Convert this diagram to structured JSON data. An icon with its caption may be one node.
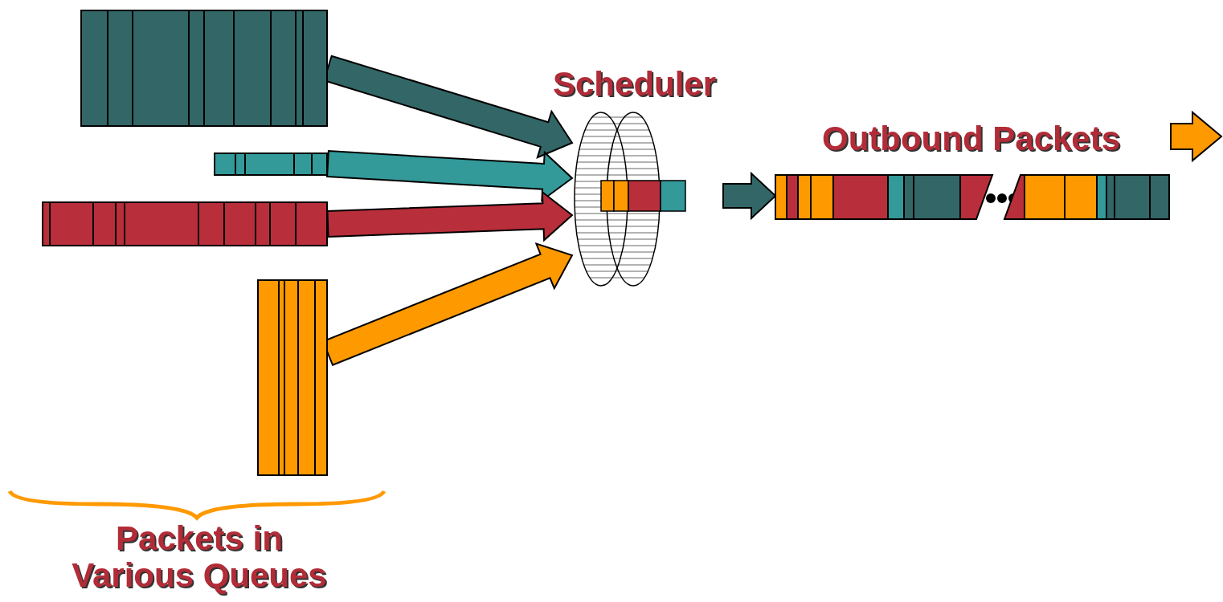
{
  "diagram": {
    "nodes": [
      {
        "text": [],
        "shape": "bar"
      },
      {
        "text": [],
        "shape": "bar"
      },
      {
        "text": [],
        "shape": "bar"
      },
      {
        "text": [],
        "shape": "bar"
      },
      {
        "text": [
          "Scheduler"
        ]
      },
      {
        "text": [
          "Outbound Packets"
        ]
      }
    ],
    "edges": [
      {
        "from": 0,
        "to": 4,
        "arrow": "to",
        "style": "thick",
        "color": "#336666"
      },
      {
        "from": 1,
        "to": 4,
        "arrow": "to",
        "style": "thick",
        "color": "#339999"
      },
      {
        "from": 2,
        "to": 4,
        "arrow": "to",
        "style": "thick",
        "color": "#b82e3a"
      },
      {
        "from": 3,
        "to": 4,
        "arrow": "to",
        "style": "thick",
        "color": "#ff9900"
      },
      {
        "from": 4,
        "to": 5,
        "arrow": "to",
        "style": "thick",
        "color": "#336666"
      },
      {
        "from": 5,
        "to": null,
        "arrow": "to",
        "style": "thick",
        "color": "#ff9900"
      }
    ],
    "labels": [
      "Packets in Various Queues"
    ]
  }
}
